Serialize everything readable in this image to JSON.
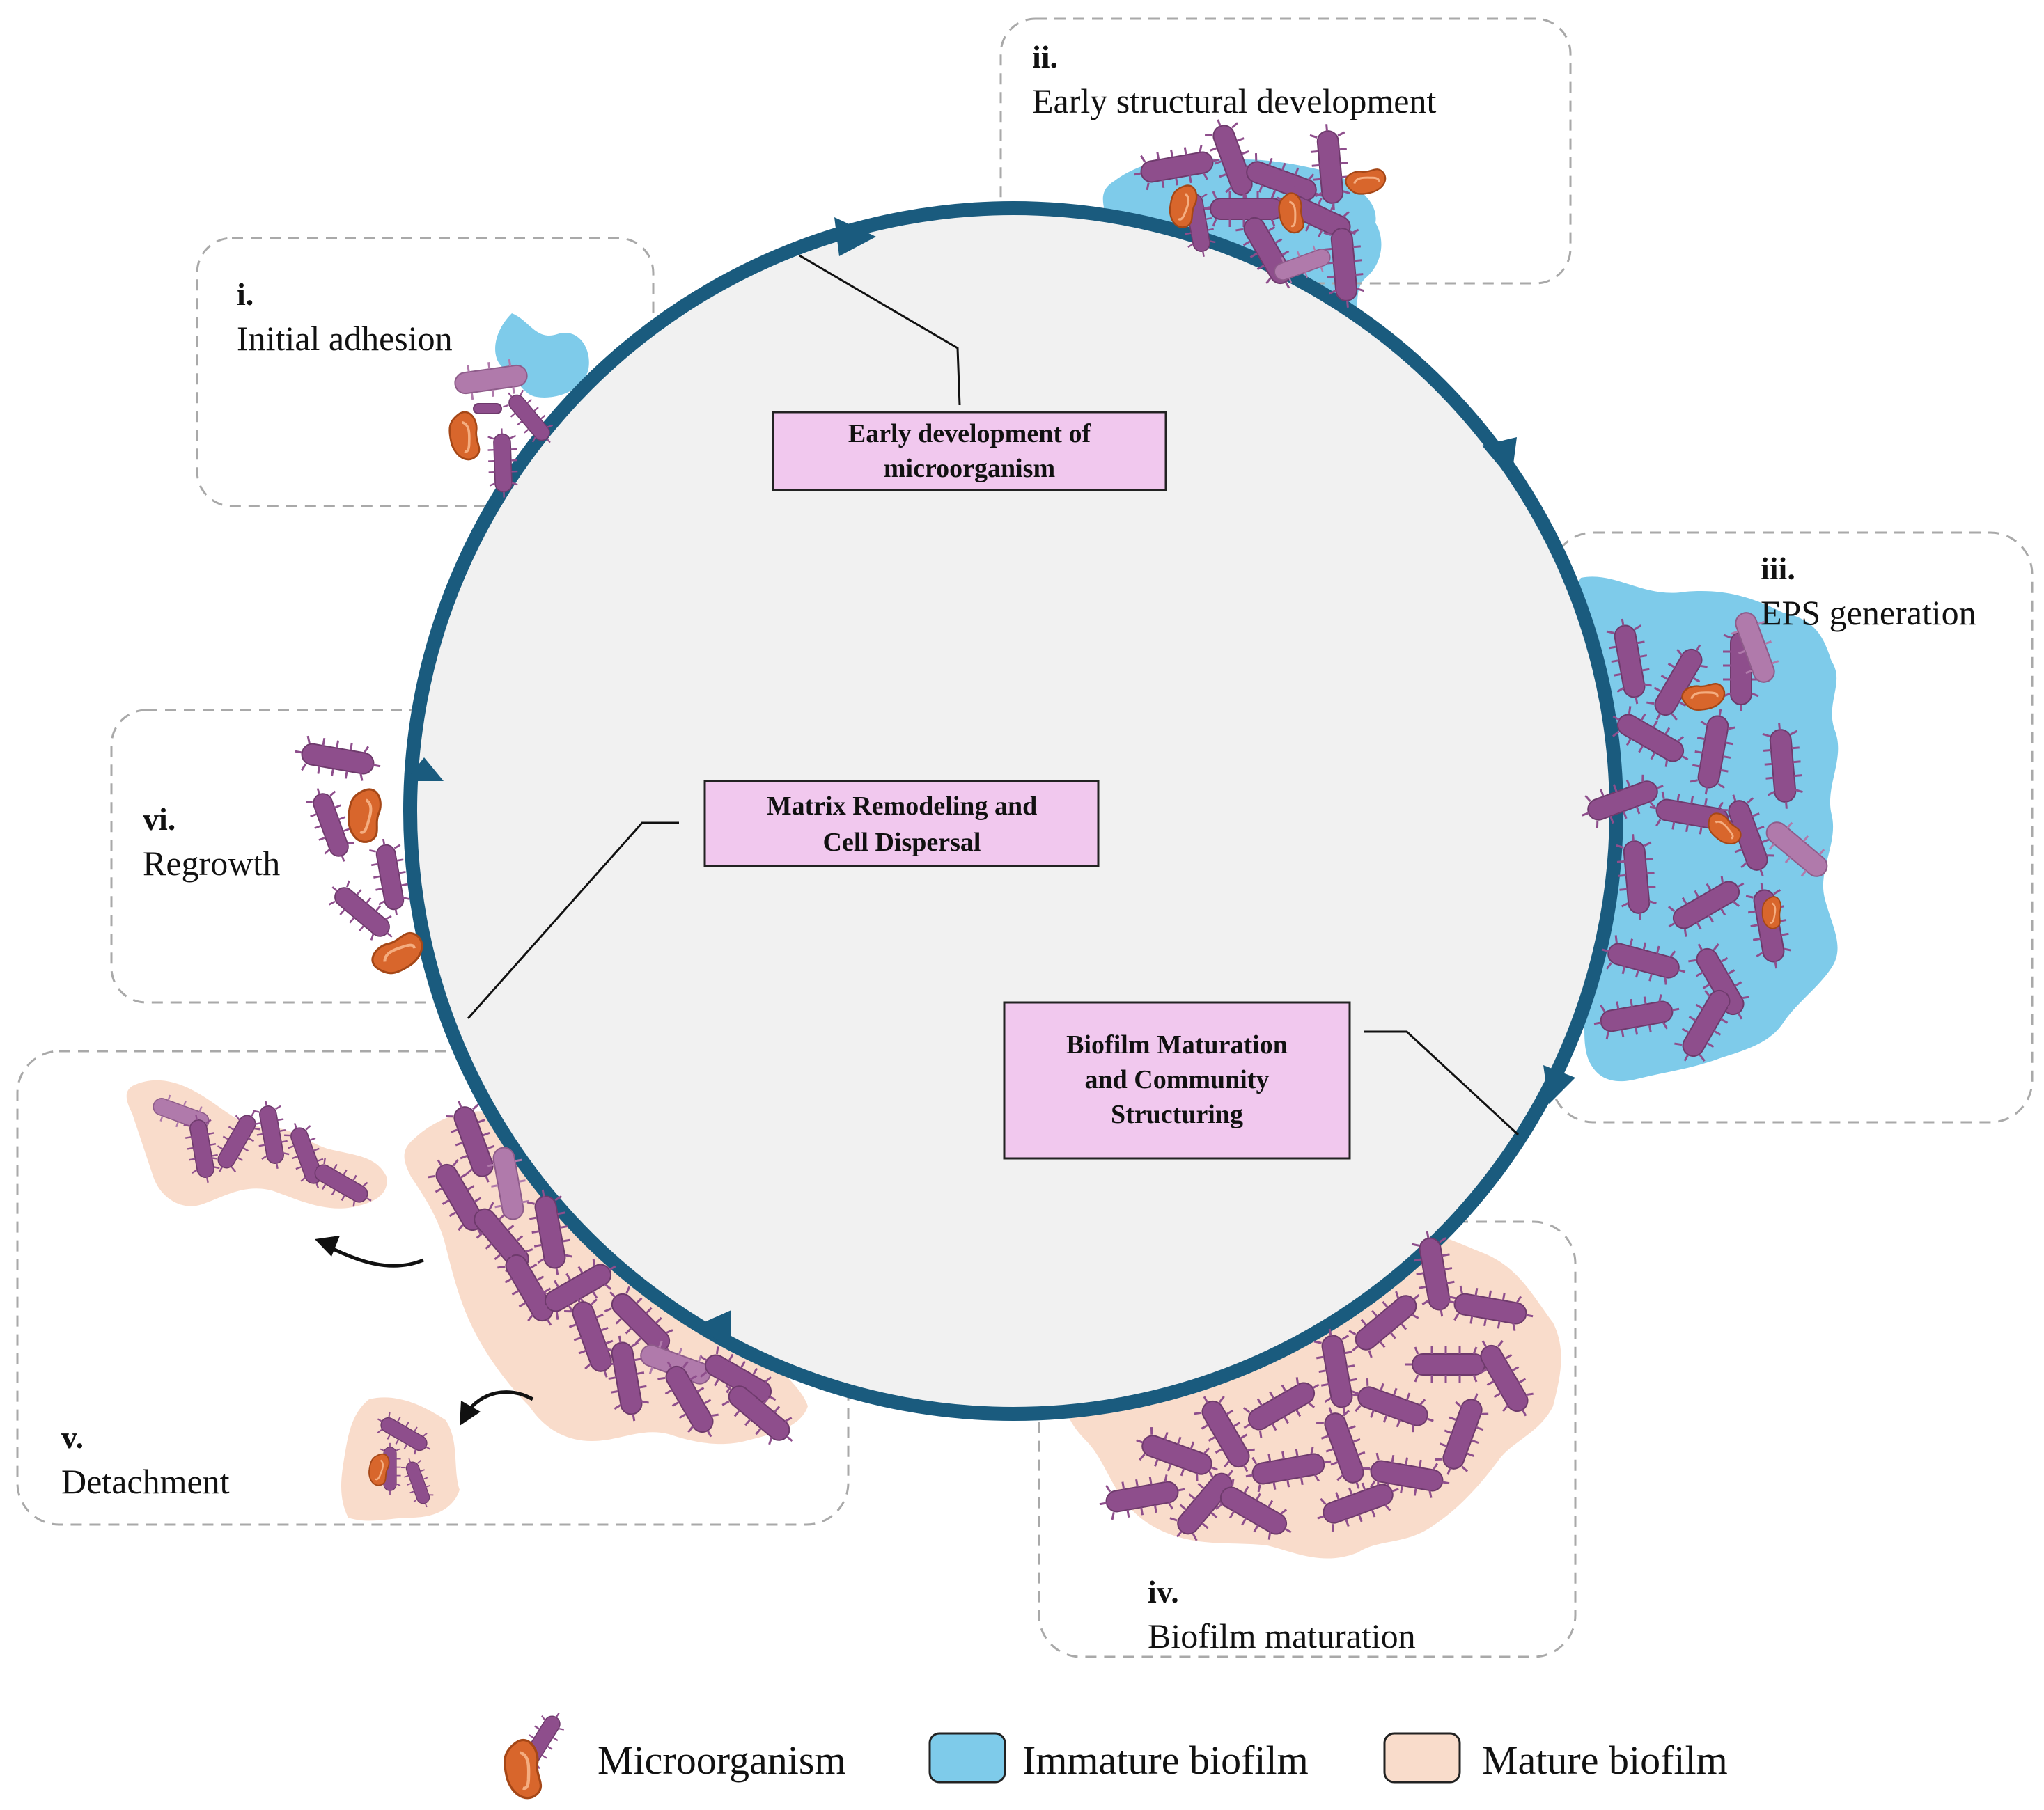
{
  "stages": {
    "i": {
      "num": "i.",
      "title": "Initial adhesion"
    },
    "ii": {
      "num": "ii.",
      "title": "Early structural development"
    },
    "iii": {
      "num": "iii.",
      "title": "EPS generation"
    },
    "iv": {
      "num": "iv.",
      "title": "Biofilm maturation"
    },
    "v": {
      "num": "v.",
      "title": "Detachment"
    },
    "vi": {
      "num": "vi.",
      "title": "Regrowth"
    }
  },
  "processes": {
    "early": [
      "Early development of",
      "microorganism"
    ],
    "maturation": [
      "Biofilm Maturation",
      "and Community",
      "Structuring"
    ],
    "remodeling": [
      "Matrix Remodeling and",
      "Cell Dispersal"
    ]
  },
  "legend": {
    "microorganism": "Microorganism",
    "immature": "Immature biofilm",
    "mature": "Mature biofilm"
  },
  "colors": {
    "cycle_ring": "#1a5b7e",
    "cycle_fill": "#f1f1f1",
    "immature_biofilm": "#7ecbea",
    "mature_biofilm": "#f9dccb",
    "microorganism_purple": "#8e4e8c",
    "microorganism_orange": "#d8662c",
    "process_box": "#f1c8ee"
  }
}
